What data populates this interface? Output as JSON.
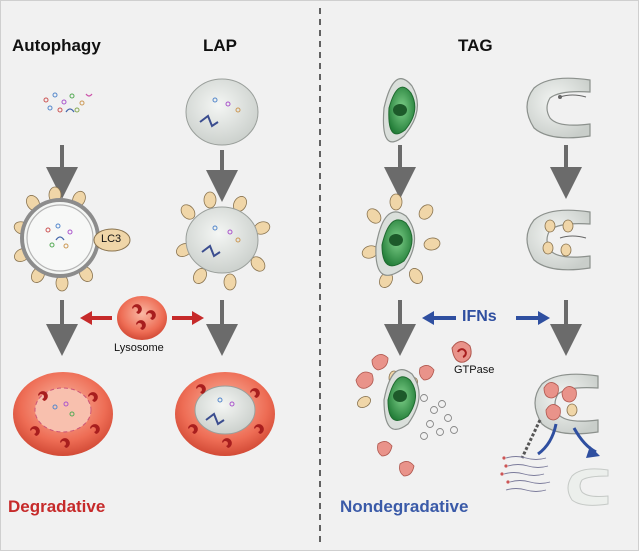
{
  "headers": {
    "autophagy": "Autophagy",
    "lap": "LAP",
    "tag": "TAG"
  },
  "labels": {
    "lc3": "LC3",
    "lysosome": "Lysosome",
    "ifns": "IFNs",
    "gtpase": "GTPase"
  },
  "outcomes": {
    "degradative": "Degradative",
    "nondegradative": "Nondegradative"
  },
  "colors": {
    "degradative": "#c62a2a",
    "nondegradative": "#3a5aa8",
    "lc3": "#f0d6a8",
    "lysosome": "#f06a55",
    "vacuole": "#d9ddda",
    "parasite": "#3a9a4e",
    "arrow_gray": "#6b6b6b"
  }
}
